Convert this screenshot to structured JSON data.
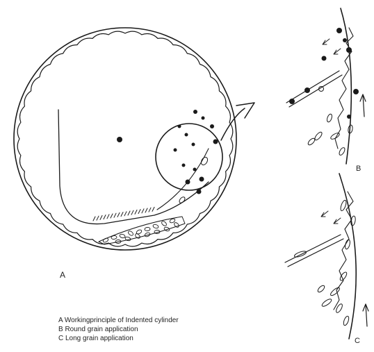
{
  "diagram": {
    "panel_labels": {
      "a": "A",
      "b": "B",
      "c": "C"
    },
    "legend": [
      "A Workingprinciple of Indented cylinder",
      "B Round grain application",
      "C Long grain application"
    ],
    "colors": {
      "ink": "#1a1a1a",
      "background": "#ffffff"
    }
  }
}
